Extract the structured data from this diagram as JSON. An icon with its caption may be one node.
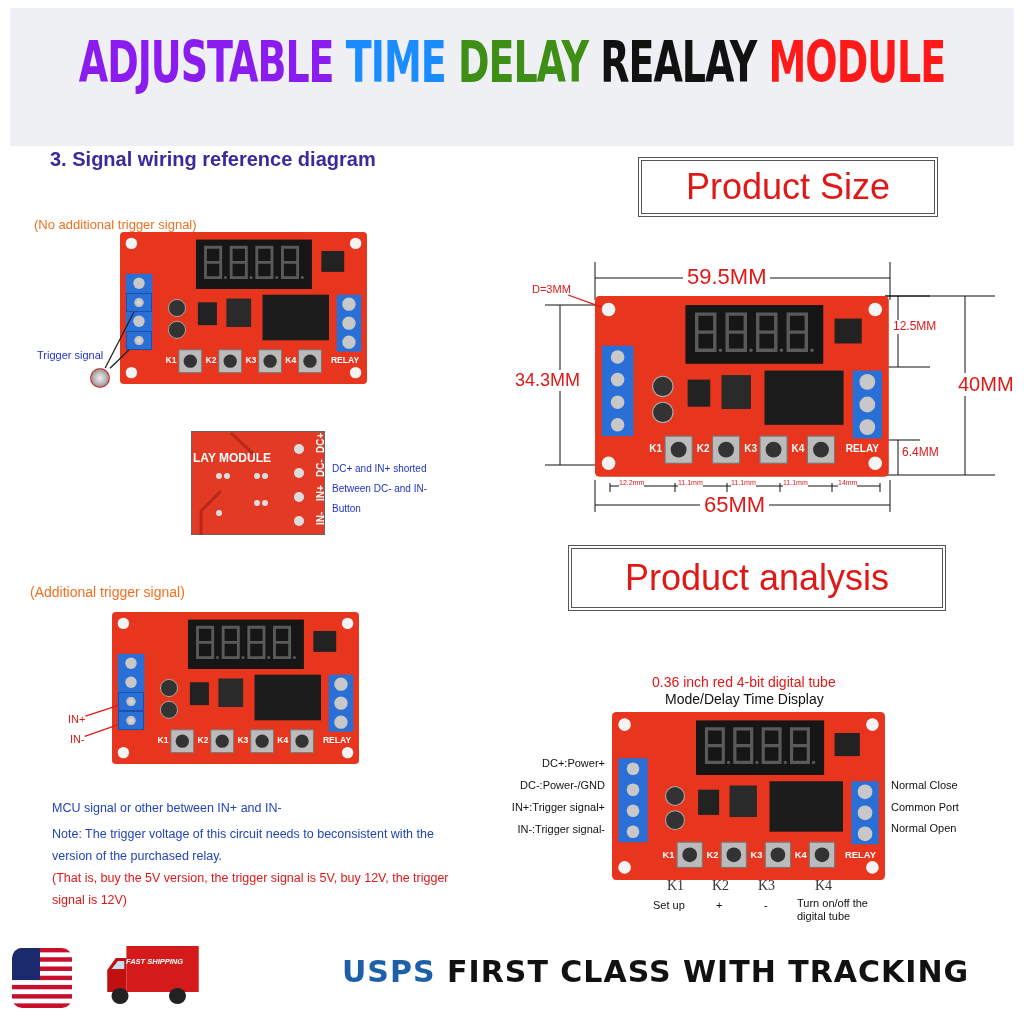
{
  "diagram": {
    "title": "ADJUSTABLE TIME DELAY REALAY MODULE",
    "nodes": [
      {
        "text": [
          "Product Size"
        ]
      },
      {
        "text": [
          "Product analysis"
        ]
      },
      {
        "text": [],
        "shape": "picture"
      },
      {
        "text": [],
        "shape": "box"
      },
      {
        "text": [],
        "shape": "box"
      },
      {
        "text": [
          "IN+"
        ]
      },
      {
        "text": [
          "IN-"
        ]
      },
      {
        "text": [],
        "shape": "box"
      },
      {
        "text": [],
        "shape": "box"
      },
      {
        "text": [
          "D=3MM"
        ]
      },
      {
        "text": [],
        "shape": "circle"
      }
    ],
    "edges": [
      {
        "from": 2,
        "to": 3,
        "arrow": "none",
        "color": "#222222"
      },
      {
        "from": 2,
        "to": 4,
        "arrow": "none",
        "color": "#222222"
      },
      {
        "from": 5,
        "to": 7,
        "arrow": "none"
      },
      {
        "from": 6,
        "to": 8,
        "arrow": "none"
      },
      {
        "from": 9,
        "to": 10,
        "arrow": "none"
      }
    ],
    "labels": [
      "3. Signal wiring reference diagram",
      "(No additional trigger signal)",
      "Trigger signal",
      "DC+ and IN+ shorted",
      "Between DC- and IN-",
      "Button",
      "(Additional trigger signal)",
      "MCU signal or other between IN+ and IN-",
      "Note: The trigger voltage of this circuit needs to beconsistent with the version of the purchased relay.",
      "(That is, buy the 5V version, the trigger signal is 5V, buy 12V, the trigger signal is 12V)",
      "59.5MM",
      "34.3MM",
      "12.5MM",
      "40MM",
      "6.4MM",
      "12.2mm",
      "11.1mm",
      "11.1mm",
      "11.1mm",
      "14mm",
      "65MM",
      "0.36 inch red 4-bit digital tube",
      "Mode/Delay Time Display",
      "DC+:Power+",
      "DC-:Power-/GND",
      "IN+:Trigger signal+",
      "IN-:Trigger signal-",
      "Normal Close",
      "Common Port",
      "Normal Open",
      "K1",
      "K2",
      "K3",
      "K4",
      "Set up",
      "+",
      "-",
      "Turn on/off the digital tube",
      "USPS FIRST CLASS WITH TRACKING",
      "FAST SHIPPING",
      "LAY MODULE",
      "DC+",
      "DC-",
      "IN+",
      "IN-",
      "K1",
      "K2",
      "K3",
      "K4",
      "RELAY",
      "K1",
      "K2",
      "K3",
      "K4",
      "RELAY",
      "K1",
      "K2",
      "K3",
      "K4",
      "RELAY",
      "K1",
      "K2",
      "K3",
      "K4",
      "RELAY"
    ]
  }
}
